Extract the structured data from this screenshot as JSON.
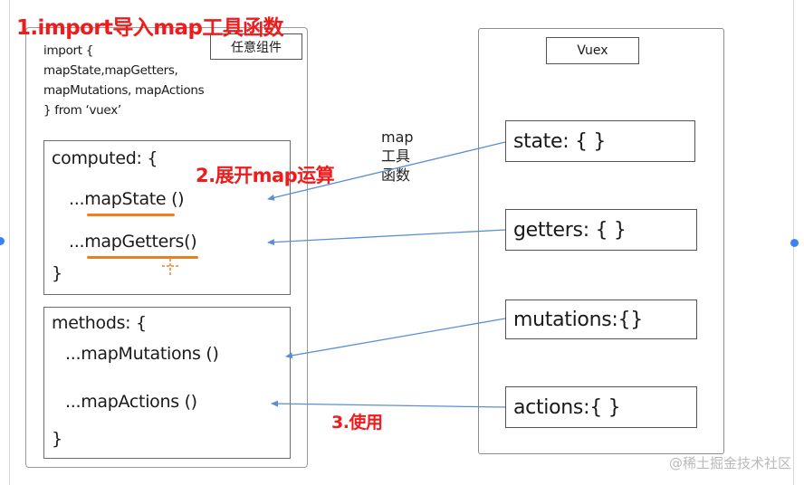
{
  "steps": {
    "step1": "1.import导入map工具函数",
    "step2": "2.展开map运算",
    "step3": "3.使用"
  },
  "component": {
    "tag": "任意组件",
    "import_lines": [
      "import {",
      "mapState,mapGetters,",
      "mapMutations, mapActions",
      "} from ‘vuex’"
    ],
    "computed": {
      "open": "computed: {",
      "map_state": "...mapState ()",
      "map_getters": "...mapGetters()",
      "close": "}"
    },
    "methods": {
      "open": "methods: {",
      "map_mutations": "...mapMutations ()",
      "map_actions": "...mapActions ()",
      "close": "}"
    }
  },
  "vuex": {
    "title": "Vuex",
    "state": "state: { }",
    "getters": "getters: { }",
    "mutations": "mutations:{}",
    "actions": "actions:{ }"
  },
  "map_label": [
    "map",
    "工具",
    "函数"
  ],
  "watermark": "@稀土掘金技术社区",
  "colors": {
    "red_annotation": "#ee1c1c",
    "underline_orange": "#f07d1e",
    "arrow_blue": "#5a8fd0"
  }
}
